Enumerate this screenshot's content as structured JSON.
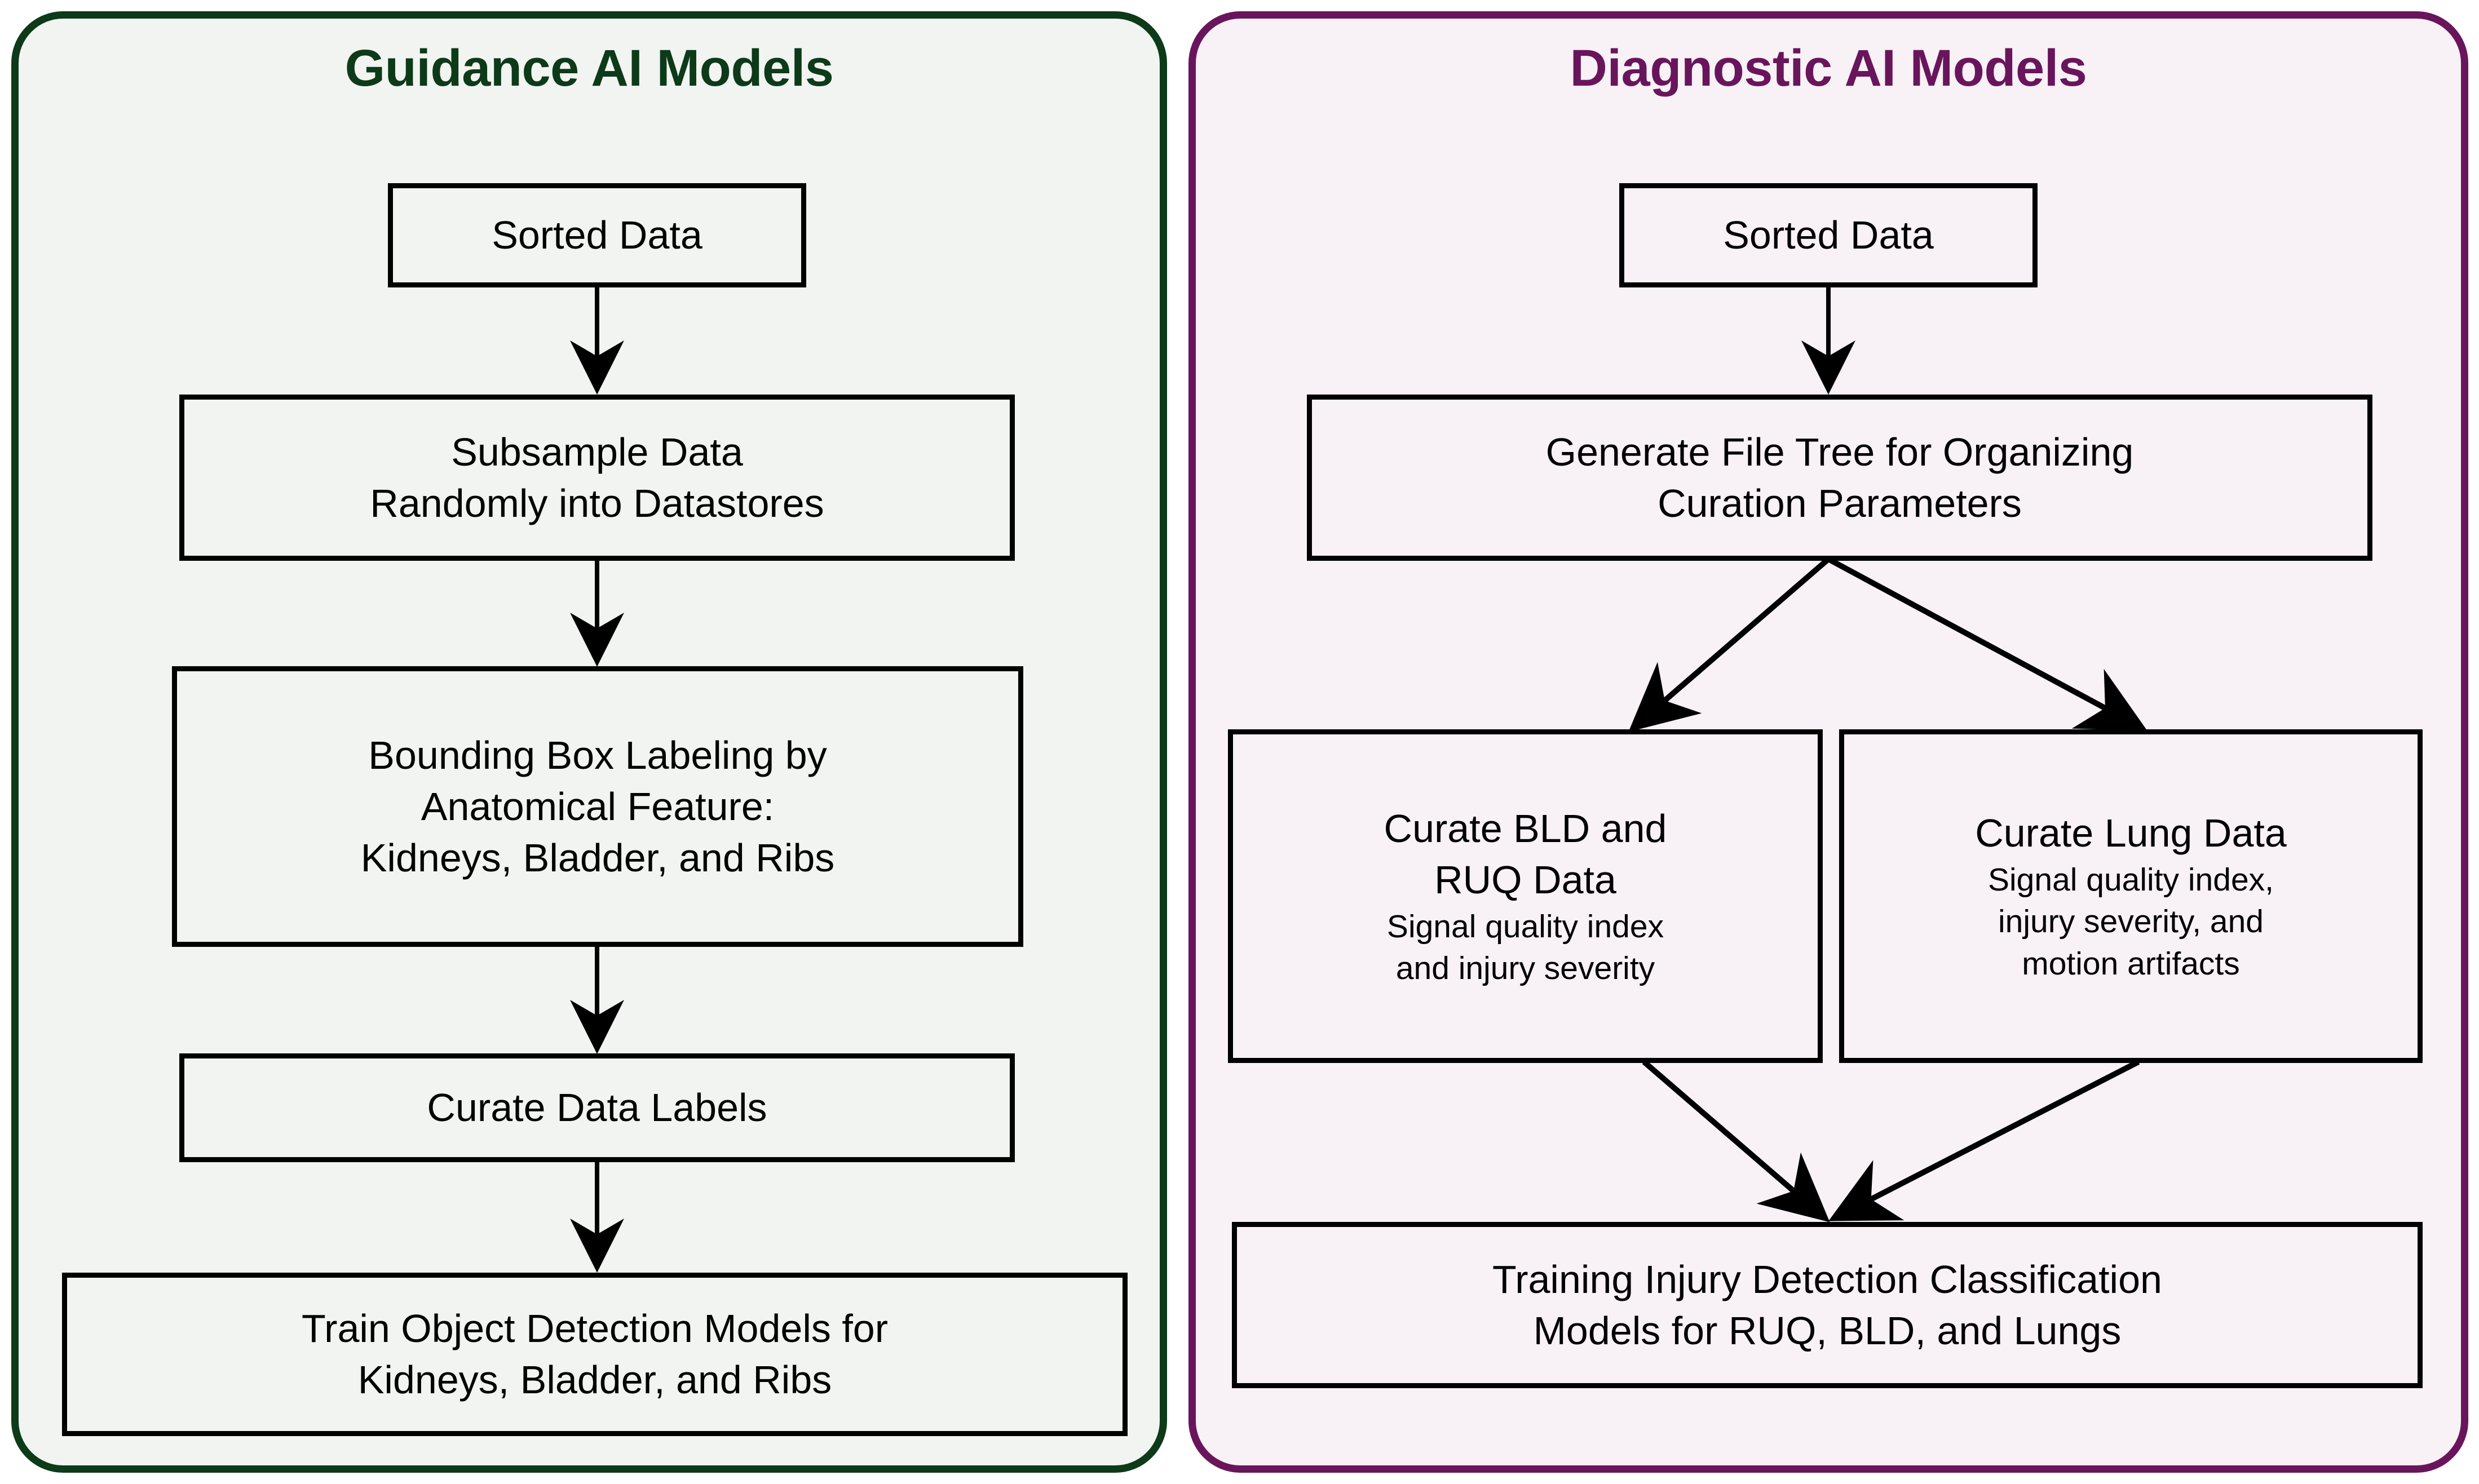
{
  "panels": [
    {
      "id": "guidance",
      "title": "Guidance AI Models",
      "accent_color": "#0d3a19",
      "fill_color": "#f1f4f0",
      "nodes": [
        {
          "id": "g1",
          "lines": [
            "Sorted Data"
          ],
          "sub_lines": []
        },
        {
          "id": "g2",
          "lines": [
            "Subsample Data",
            "Randomly into Datastores"
          ],
          "sub_lines": []
        },
        {
          "id": "g3",
          "lines": [
            "Bounding Box Labeling by",
            "Anatomical Feature:",
            "Kidneys, Bladder, and Ribs"
          ],
          "sub_lines": []
        },
        {
          "id": "g4",
          "lines": [
            "Curate Data Labels"
          ],
          "sub_lines": []
        },
        {
          "id": "g5",
          "lines": [
            "Train Object Detection Models for",
            "Kidneys, Bladder, and Ribs"
          ],
          "sub_lines": []
        }
      ]
    },
    {
      "id": "diagnostic",
      "title": "Diagnostic AI Models",
      "accent_color": "#69155c",
      "fill_color": "#f8f1f6",
      "nodes": [
        {
          "id": "d1",
          "lines": [
            "Sorted Data"
          ],
          "sub_lines": []
        },
        {
          "id": "d2",
          "lines": [
            "Generate File Tree for Organizing",
            "Curation Parameters"
          ],
          "sub_lines": []
        },
        {
          "id": "d3",
          "lines": [
            "Curate BLD and",
            "RUQ Data"
          ],
          "sub_lines": [
            "Signal quality index",
            "and injury severity"
          ]
        },
        {
          "id": "d4",
          "lines": [
            "Curate Lung Data"
          ],
          "sub_lines": [
            "Signal quality index,",
            "injury severity, and",
            "motion artifacts"
          ]
        },
        {
          "id": "d5",
          "lines": [
            "Training Injury Detection Classification",
            "Models for RUQ, BLD, and Lungs"
          ],
          "sub_lines": []
        }
      ]
    }
  ],
  "connectors": {
    "guidance": [
      {
        "from": "g1",
        "to": "g2",
        "kind": "straight-down-arrow"
      },
      {
        "from": "g2",
        "to": "g3",
        "kind": "straight-down-arrow"
      },
      {
        "from": "g3",
        "to": "g4",
        "kind": "straight-down-arrow"
      },
      {
        "from": "g4",
        "to": "g5",
        "kind": "straight-down-arrow"
      }
    ],
    "diagnostic": [
      {
        "from": "d1",
        "to": "d2",
        "kind": "straight-down-arrow"
      },
      {
        "from": "d2",
        "to": "d3",
        "kind": "diagonal-split-left-arrow"
      },
      {
        "from": "d2",
        "to": "d4",
        "kind": "diagonal-split-right-arrow"
      },
      {
        "from": "d3",
        "to": "d5",
        "kind": "diagonal-merge-right-arrow"
      },
      {
        "from": "d4",
        "to": "d5",
        "kind": "diagonal-merge-left-arrow"
      }
    ]
  }
}
